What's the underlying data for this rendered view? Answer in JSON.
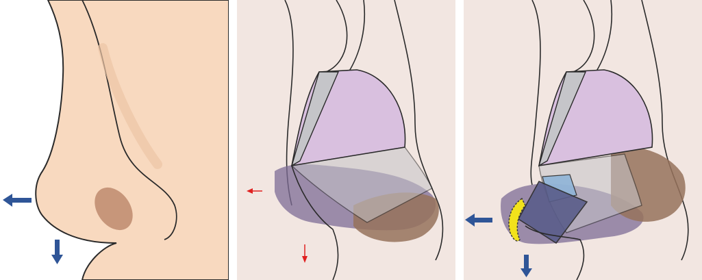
{
  "figure": {
    "panels": [
      {
        "id": "external-view",
        "arrows": [
          "left",
          "down"
        ],
        "arrow_color": "#2f5597"
      },
      {
        "id": "cartilage-view",
        "arrows": [
          "left",
          "down"
        ],
        "arrow_color": "#e02020"
      },
      {
        "id": "graft-view",
        "arrows": [
          "left",
          "down"
        ],
        "arrow_color": "#2f5597",
        "graft_color": "#f2e21b"
      }
    ],
    "colors": {
      "skin": "#f8d9bf",
      "skin_light": "#f4e6df",
      "background_light": "#f2e6e1",
      "nostril": "#c7967a",
      "upper_cartilage": "#d9c0df",
      "lower_cartilage": "#7d6c95",
      "septum_gray": "#c5c5c9",
      "brown_tissue": "#96725c",
      "blue_graft": "#8fb5d8",
      "dark_graft": "#5a5d8a"
    }
  }
}
